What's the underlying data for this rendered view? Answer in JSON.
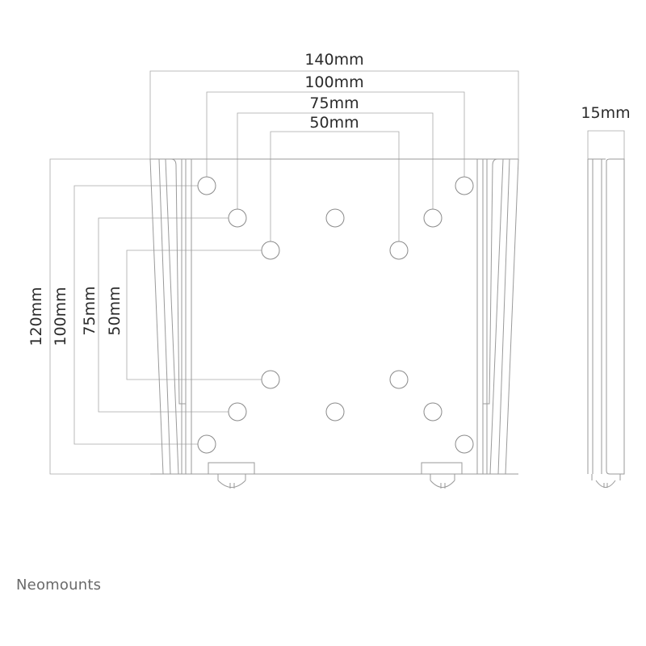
{
  "dimensions": {
    "width_overall": "140mm",
    "width_100": "100mm",
    "width_75": "75mm",
    "width_50": "50mm",
    "height_overall": "120mm",
    "height_100": "100mm",
    "height_75": "75mm",
    "height_50": "50mm",
    "depth": "15mm"
  },
  "brand": "Neomounts"
}
